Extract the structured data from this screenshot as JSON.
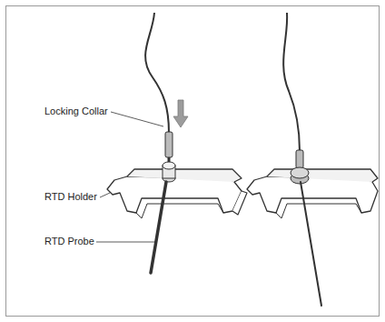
{
  "diagram": {
    "labels": [
      "Locking Collar",
      "RTD Holder",
      "RTD Probe"
    ]
  }
}
